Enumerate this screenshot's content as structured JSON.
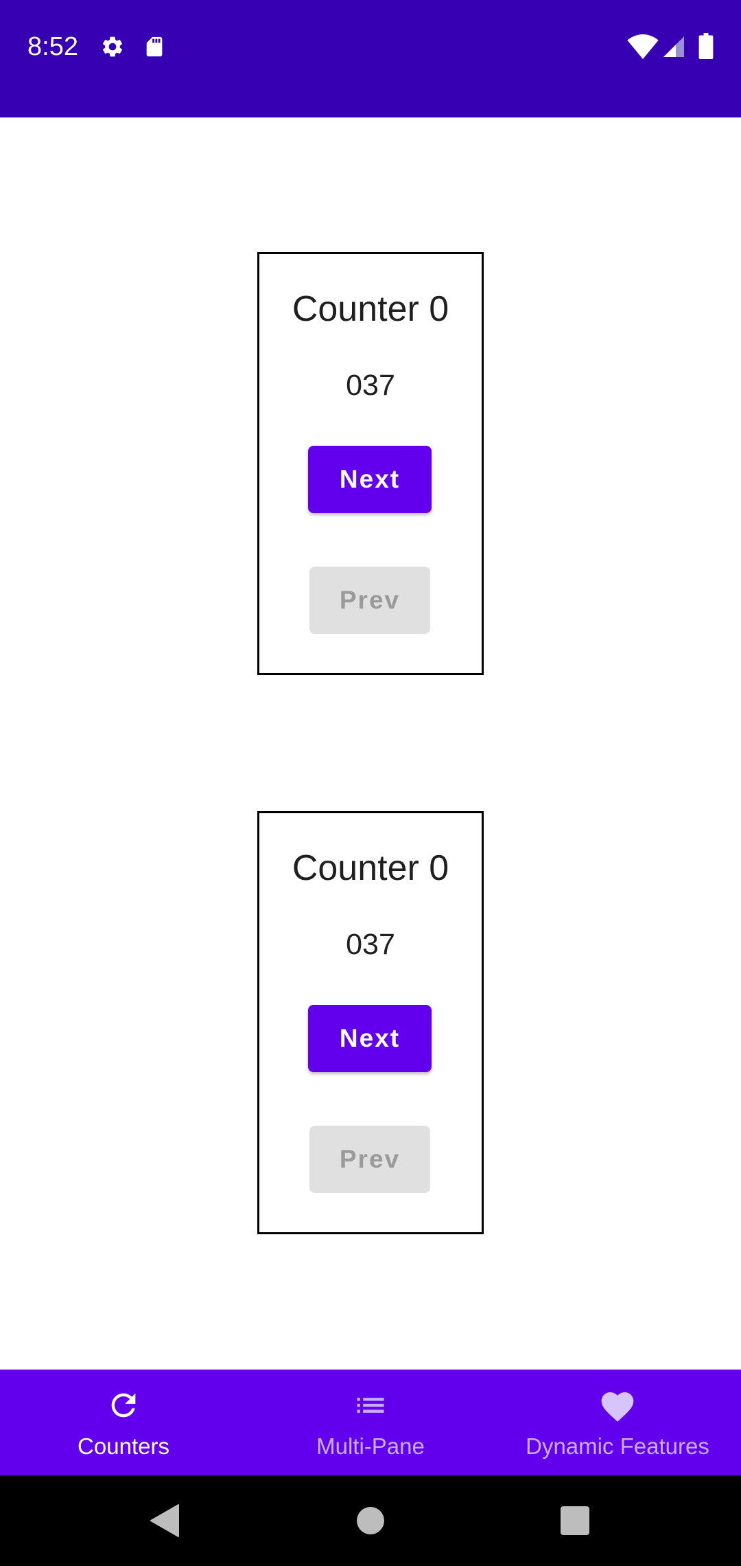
{
  "status_bar": {
    "time": "8:52",
    "background_color": "#3700b3",
    "icons": [
      "settings-icon",
      "sd-card-icon",
      "wifi-icon",
      "cellular-signal-icon",
      "battery-icon"
    ]
  },
  "counters": [
    {
      "title": "Counter 0",
      "value": "037",
      "next_label": "Next",
      "prev_label": "Prev",
      "prev_enabled": false
    },
    {
      "title": "Counter 0",
      "value": "037",
      "next_label": "Next",
      "prev_label": "Prev",
      "prev_enabled": false
    }
  ],
  "bottom_nav": {
    "background_color": "#6200ee",
    "items": [
      {
        "label": "Counters",
        "icon": "refresh-icon",
        "active": true
      },
      {
        "label": "Multi-Pane",
        "icon": "list-icon",
        "active": false
      },
      {
        "label": "Dynamic Features",
        "icon": "heart-icon",
        "active": false
      }
    ]
  },
  "system_nav": {
    "buttons": [
      "back-icon",
      "home-icon",
      "recents-icon"
    ]
  },
  "colors": {
    "primary": "#6200ee",
    "primary_dark": "#3700b3",
    "disabled_button": "#e0e0e0",
    "disabled_text": "#9a9a9a"
  }
}
